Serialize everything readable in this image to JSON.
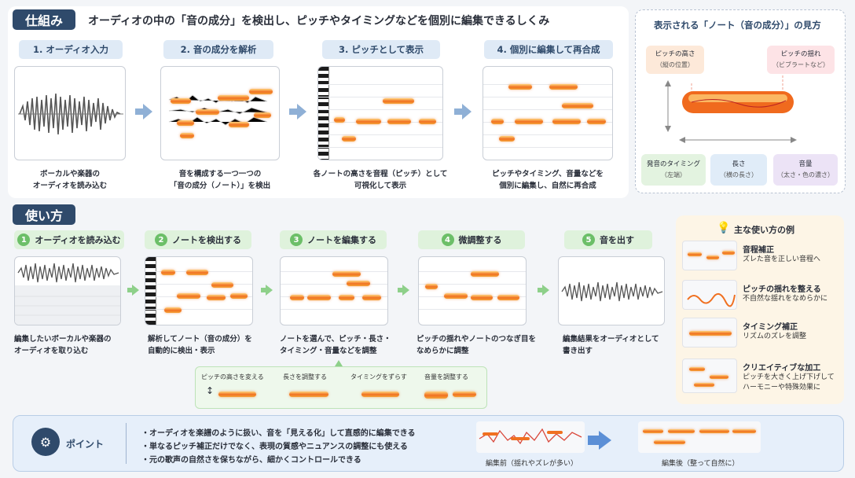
{
  "section1": {
    "badge": "仕組み",
    "headline": "オーディオの中の「音の成分」を検出し、ピッチやタイミングなどを個別に編集できるしくみ",
    "steps": [
      {
        "title": "1. オーディオ入力",
        "caption1": "ボーカルや楽器の",
        "caption2": "オーディオを読み込む"
      },
      {
        "title": "2. 音の成分を解析",
        "caption1": "音を構成する一つ一つの",
        "caption2": "「音の成分（ノート）」を検出"
      },
      {
        "title": "3. ピッチとして表示",
        "caption1": "各ノートの高さを音程（ピッチ）として",
        "caption2": "可視化して表示"
      },
      {
        "title": "4. 個別に編集して再合成",
        "caption1": "ピッチやタイミング、音量などを",
        "caption2": "個別に編集し、自然に再合成"
      }
    ]
  },
  "legend": {
    "title": "表示される「ノート（音の成分）」の見方",
    "pitch_height": {
      "label": "ピッチの高さ",
      "sub": "（縦の位置）"
    },
    "pitch_wobble": {
      "label": "ピッチの揺れ",
      "sub": "（ビブラートなど）"
    },
    "timing": {
      "label": "発音のタイミング",
      "sub": "（左端）"
    },
    "length": {
      "label": "長さ",
      "sub": "（横の長さ）"
    },
    "volume": {
      "label": "音量",
      "sub": "（太さ・色の濃さ）"
    }
  },
  "section2": {
    "badge": "使い方",
    "steps": [
      {
        "num": "1",
        "title": "オーディオを読み込む",
        "caption1": "編集したいボーカルや楽器の",
        "caption2": "オーディオを取り込む"
      },
      {
        "num": "2",
        "title": "ノートを検出する",
        "caption1": "解析してノート（音の成分）を",
        "caption2": "自動的に検出・表示"
      },
      {
        "num": "3",
        "title": "ノートを編集する",
        "caption1": "ノートを選んで、ピッチ・長さ・",
        "caption2": "タイミング・音量などを調整"
      },
      {
        "num": "4",
        "title": "微調整する",
        "caption1": "ピッチの揺れやノートのつなぎ目を",
        "caption2": "なめらかに調整"
      },
      {
        "num": "5",
        "title": "音を出す",
        "caption1": "編集結果をオーディオとして",
        "caption2": "書き出す"
      }
    ],
    "edit_ops": [
      {
        "label": "ピッチの高さを変える"
      },
      {
        "label": "長さを調整する"
      },
      {
        "label": "タイミングをずらす"
      },
      {
        "label": "音量を調整する"
      }
    ]
  },
  "examples": {
    "title": "主な使い方の例",
    "items": [
      {
        "title": "音程補正",
        "desc1": "ズレた音を正しい音程へ",
        "desc2": ""
      },
      {
        "title": "ピッチの揺れを整える",
        "desc1": "不自然な揺れをなめらかに",
        "desc2": ""
      },
      {
        "title": "タイミング補正",
        "desc1": "リズムのズレを調整",
        "desc2": ""
      },
      {
        "title": "クリエイティブな加工",
        "desc1": "ピッチを大きく上げ下げして",
        "desc2": "ハーモニーや特殊効果に"
      }
    ]
  },
  "point": {
    "label": "ポイント",
    "bullets": [
      "・オーディオを楽譜のように扱い、音を「見える化」して直感的に編集できる",
      "・単なるピッチ補正だけでなく、表現の質感やニュアンスの調整にも使える",
      "・元の歌声の自然さを保ちながら、細かくコントロールできる"
    ],
    "before": "編集前（揺れやズレが多い）",
    "after": "編集後（整って自然に）"
  },
  "colors": {
    "navy": "#2f4a6b",
    "note_orange": "#f07020",
    "green": "#6cbf68",
    "blue_arrow": "#5b8fd6"
  }
}
